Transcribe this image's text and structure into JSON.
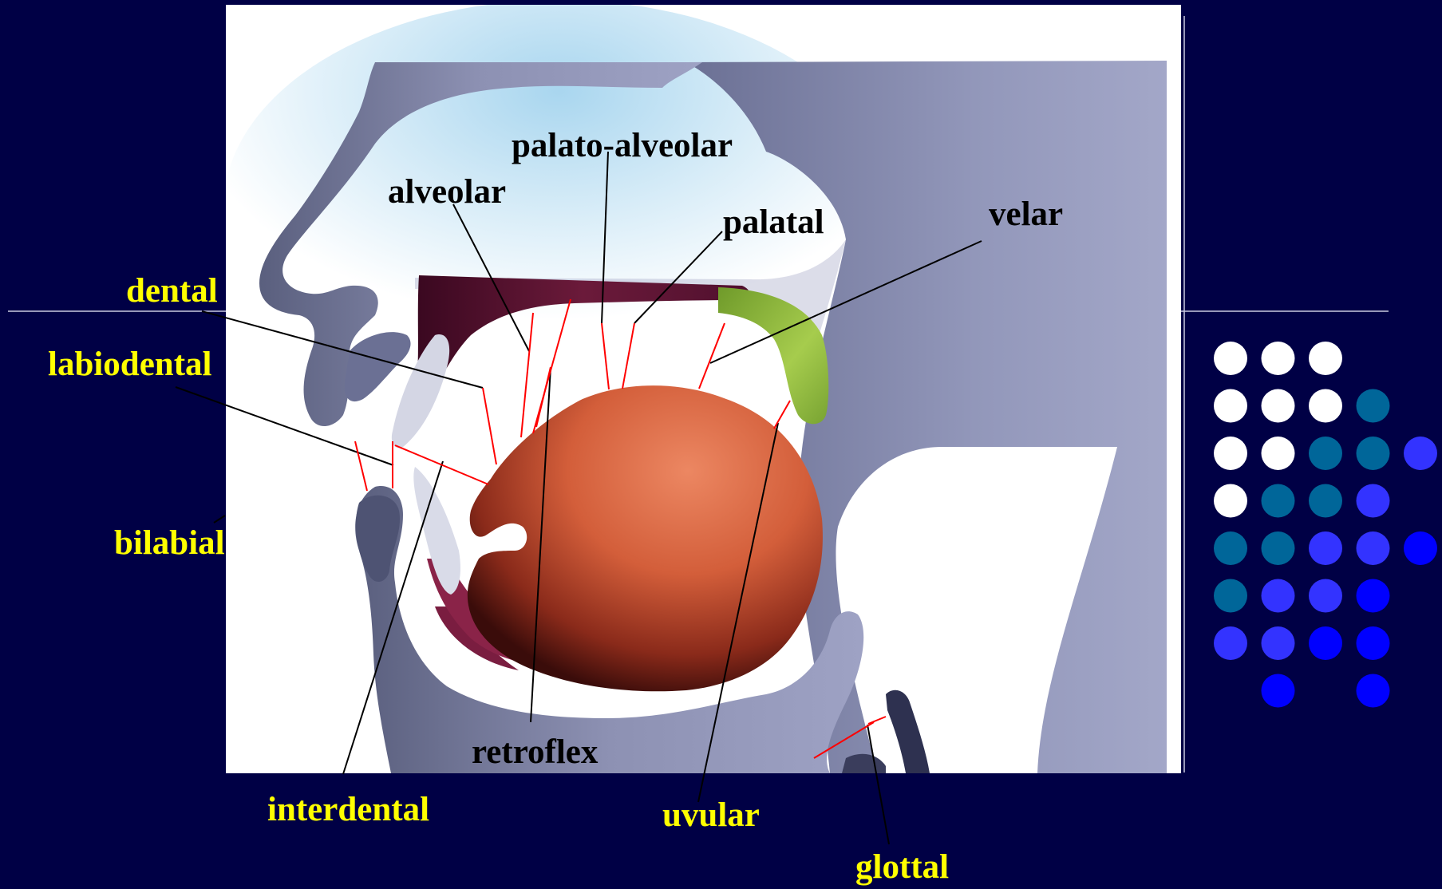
{
  "colors": {
    "slide_background": "#000045",
    "outside_label": "#ffff00",
    "inside_label": "#000000",
    "pointer_red": "#ff0000",
    "tongue": "#d8603f",
    "velum": "#8fbb3a",
    "palate": "#5b1030",
    "tissue": "#8489a8",
    "panel": "#ffffff"
  },
  "labels": {
    "dental": "dental",
    "labiodental": "labiodental",
    "bilabial": "bilabial",
    "interdental": "interdental",
    "alveolar": "alveolar",
    "palato_alveolar": "palato-alveolar",
    "palatal": "palatal",
    "velar": "velar",
    "retroflex": "retroflex",
    "uvular": "uvular",
    "glottal": "glottal"
  },
  "decor": {
    "dot_grid_icon": "dot-grid-icon",
    "dot_rows": [
      [
        "#ffffff",
        "#ffffff",
        "#ffffff",
        "",
        ""
      ],
      [
        "#ffffff",
        "#ffffff",
        "#ffffff",
        "#006699",
        ""
      ],
      [
        "#ffffff",
        "#ffffff",
        "#006699",
        "#006699",
        "#3333ff"
      ],
      [
        "#ffffff",
        "#006699",
        "#006699",
        "#3333ff",
        ""
      ],
      [
        "#006699",
        "#006699",
        "#3333ff",
        "#3333ff",
        "#0000ff"
      ],
      [
        "#006699",
        "#3333ff",
        "#3333ff",
        "#0000ff",
        ""
      ],
      [
        "#3333ff",
        "#3333ff",
        "#0000ff",
        "#0000ff",
        ""
      ],
      [
        "",
        "#0000ff",
        "",
        "#0000ff",
        ""
      ]
    ]
  }
}
